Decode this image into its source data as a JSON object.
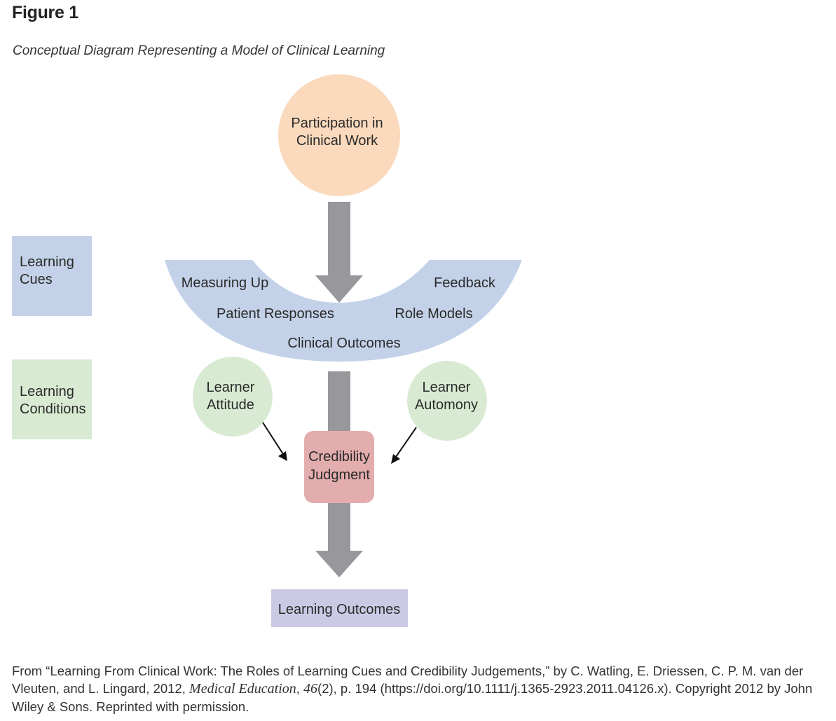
{
  "figure": {
    "label": "Figure 1",
    "title": "Conceptual Diagram Representing a Model of Clinical Learning"
  },
  "legend": {
    "cues": [
      "Learning",
      "Cues"
    ],
    "conditions": [
      "Learning",
      "Conditions"
    ]
  },
  "nodes": {
    "participation": [
      "Participation in",
      "Clinical Work"
    ],
    "cues": {
      "measuring_up": "Measuring Up",
      "feedback": "Feedback",
      "patient_responses": "Patient Responses",
      "role_models": "Role Models",
      "clinical_outcomes": "Clinical Outcomes"
    },
    "learner_attitude": [
      "Learner",
      "Attitude"
    ],
    "learner_automony": [
      "Learner",
      "Automony"
    ],
    "credibility": [
      "Credibility",
      "Judgment"
    ],
    "outcomes": "Learning Outcomes"
  },
  "source": {
    "prefix": "From “Learning From Clinical Work: The Roles of Learning Cues and Credibility Judgements,” by C. Watling, E. Driessen, C. P. M. van der Vleuten, and L. Lingard, 2012, ",
    "journal": "Medical Education",
    "sep": ", ",
    "volume": "46",
    "suffix": "(2), p. 194 (https://doi.org/10.1111/j.1365-2923.2011.04126.x). Copyright 2012 by John Wiley & Sons. Reprinted with permission."
  },
  "colors": {
    "participation": "#fad9bd",
    "cues": "#c3d2e8",
    "conditions": "#d9ead3",
    "credibility": "#e3adad",
    "outcomes": "#cbcae5",
    "arrow": "#98989c"
  }
}
